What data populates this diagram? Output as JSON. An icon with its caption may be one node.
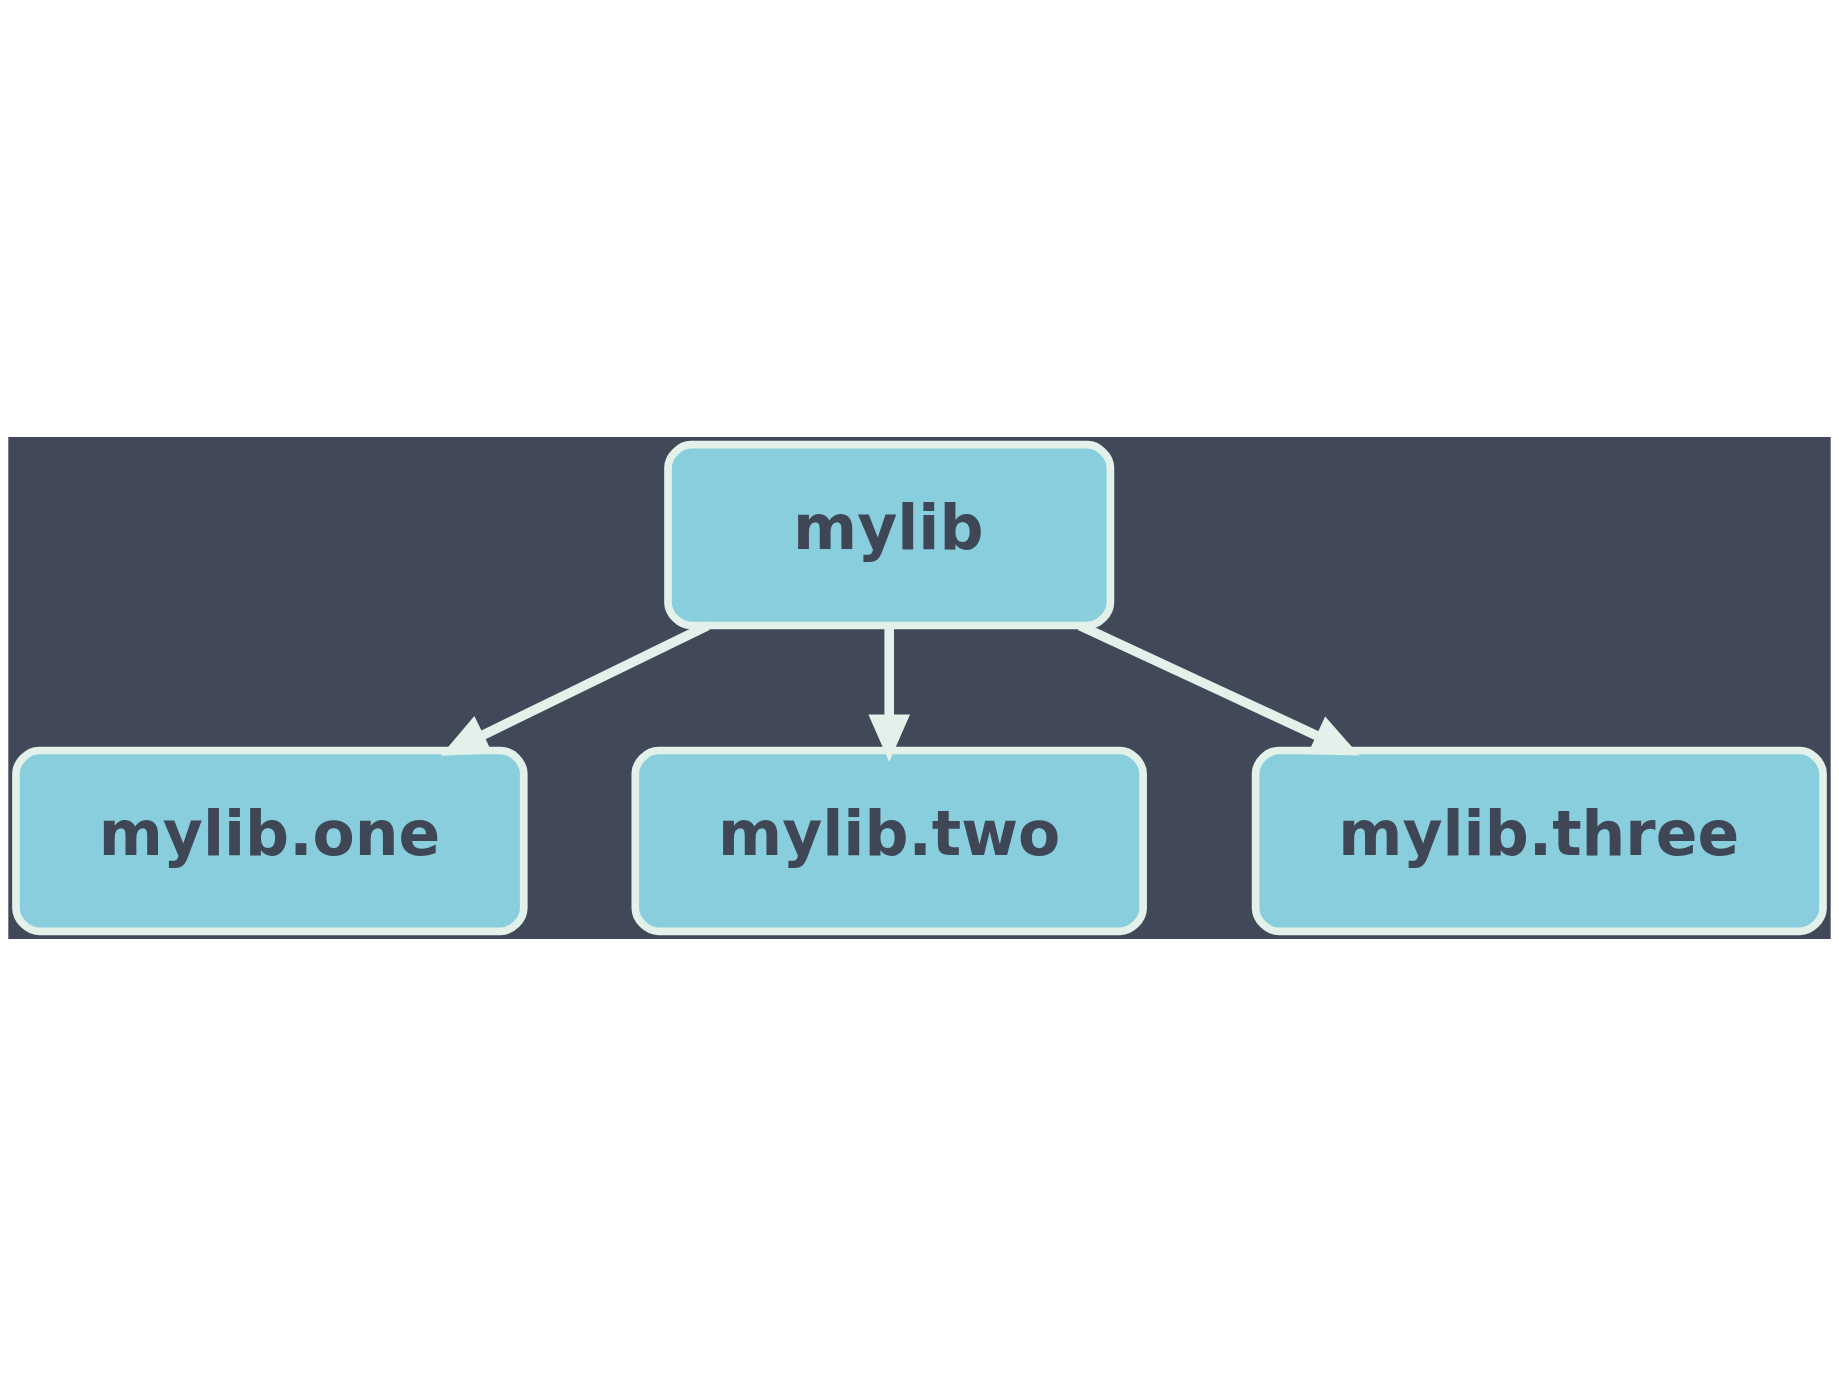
{
  "diagram": {
    "nodes": [
      {
        "text": [
          "mylib"
        ]
      },
      {
        "text": [
          "mylib.one"
        ]
      },
      {
        "text": [
          "mylib.two"
        ]
      },
      {
        "text": [
          "mylib.three"
        ]
      }
    ],
    "edges": [
      {
        "from": 0,
        "to": 1,
        "arrow": "to"
      },
      {
        "from": 0,
        "to": 2,
        "arrow": "to"
      },
      {
        "from": 0,
        "to": 3,
        "arrow": "to"
      }
    ]
  }
}
